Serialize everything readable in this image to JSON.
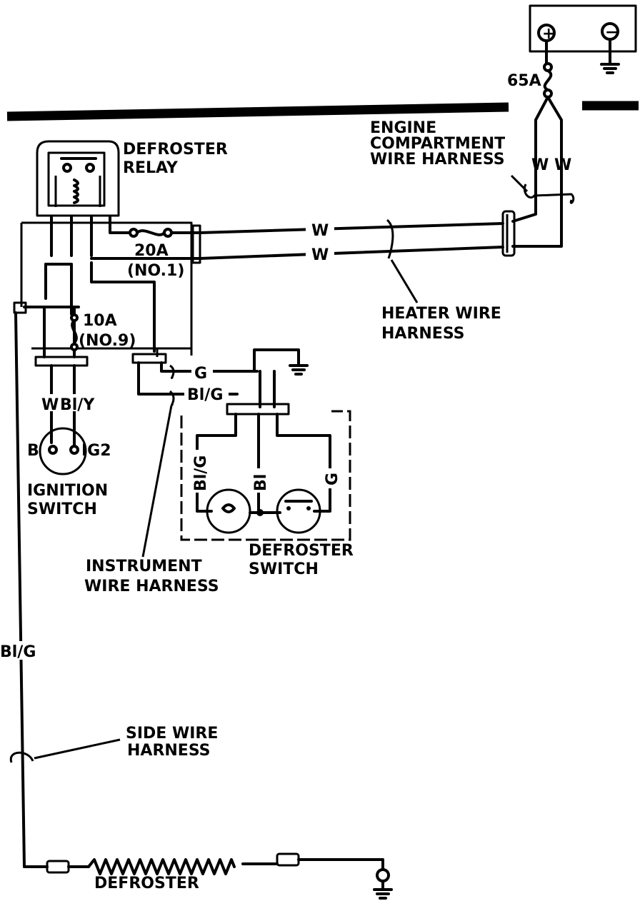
{
  "labels": {
    "battery_fuse": "65A",
    "engine_harness_line1": "ENGINE",
    "engine_harness_line2": "COMPARTMENT",
    "engine_harness_line3": "WIRE HARNESS",
    "relay_line1": "DEFROSTER",
    "relay_line2": "RELAY",
    "fuse_20a": "20A",
    "fuse_20a_no": "(NO.1)",
    "fuse_10a": "10A",
    "fuse_10a_no": "(NO.9)",
    "heater_harness_line1": "HEATER WIRE",
    "heater_harness_line2": "HARNESS",
    "ignition_line1": "IGNITION",
    "ignition_line2": "SWITCH",
    "instrument_line1": "INSTRUMENT",
    "instrument_line2": "WIRE HARNESS",
    "def_switch_line1": "DEFROSTER",
    "def_switch_line2": "SWITCH",
    "side_harness_line1": "SIDE WIRE",
    "side_harness_line2": "HARNESS",
    "defroster": "DEFROSTER",
    "pin_b": "B",
    "pin_ig2": "IG2"
  },
  "wire_colors": {
    "w_top": "W",
    "w_bottom": "W",
    "w_vertical_left": "W",
    "w_vertical_right": "W",
    "ign_w": "W",
    "ign_bly": "Bl/Y",
    "g": "G",
    "blg_top": "Bl/G",
    "sw_blg": "Bl/G",
    "sw_bl": "Bl",
    "sw_g": "G",
    "side_blg": "Bl/G"
  },
  "battery_terminals": {
    "positive": "+",
    "negative": "−"
  }
}
